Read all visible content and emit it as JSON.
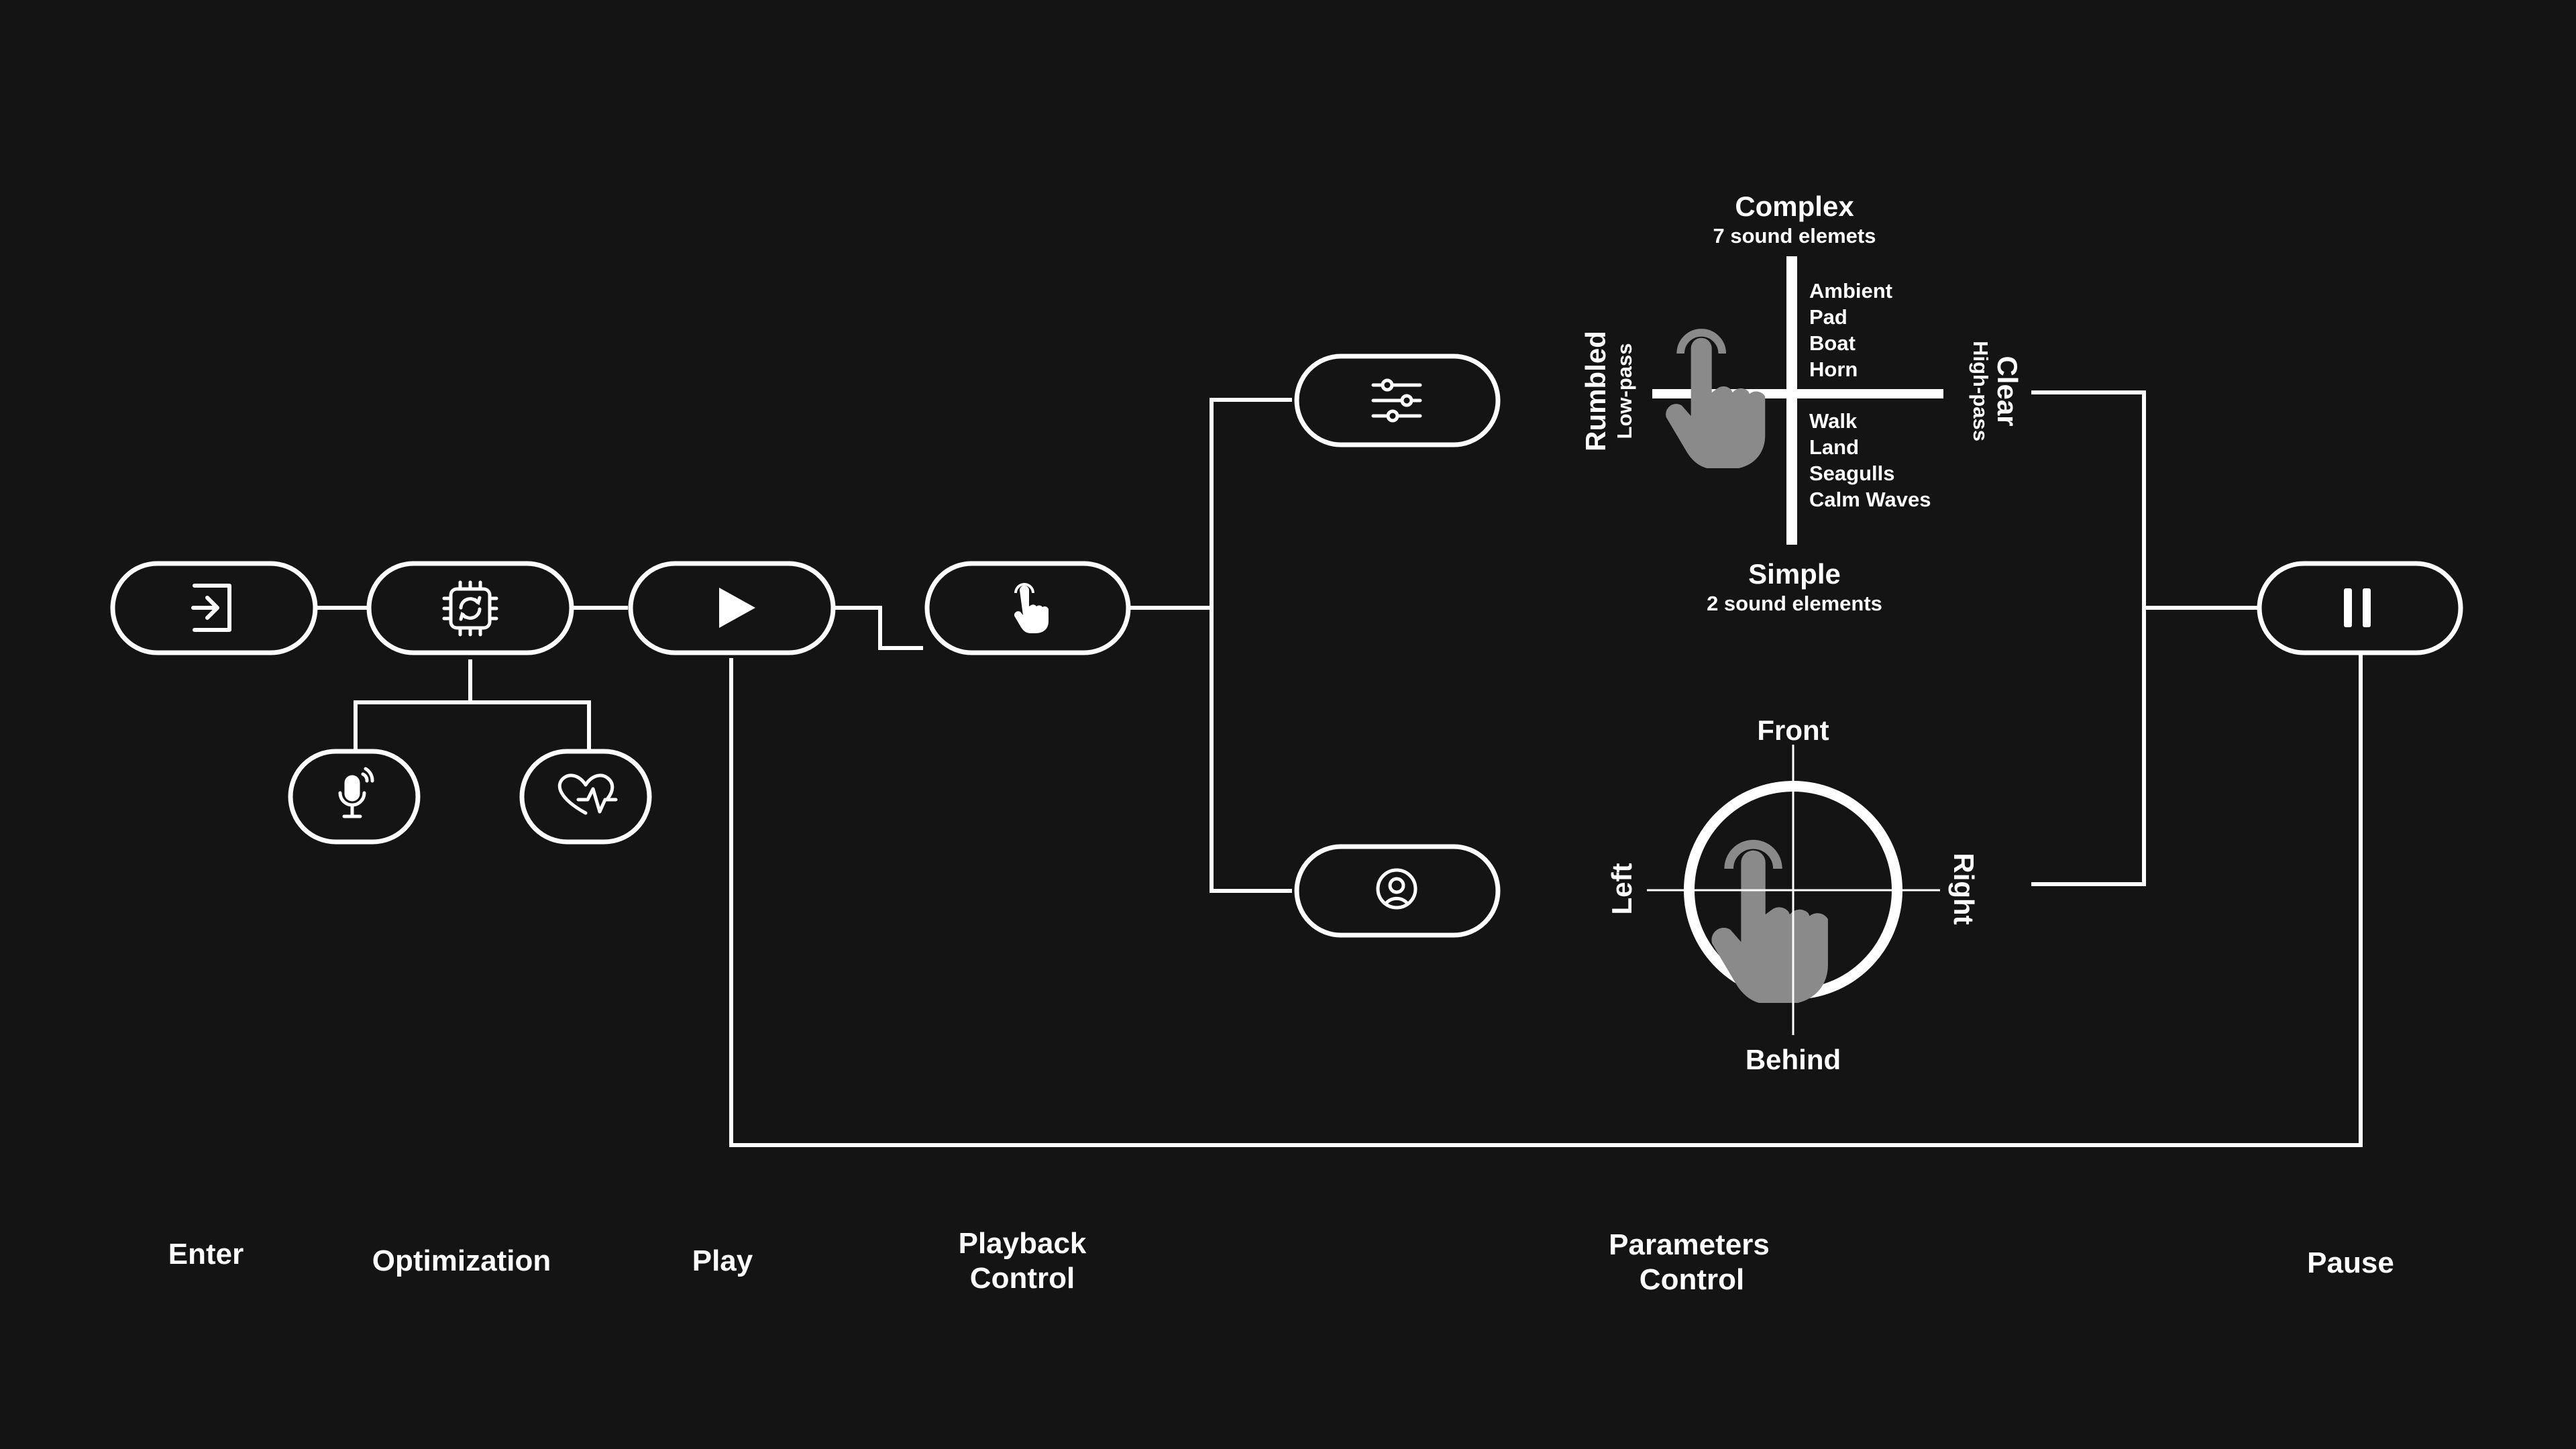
{
  "colors": {
    "background": "#141414",
    "stroke": "#ffffff",
    "hand": "#8a8a8a"
  },
  "stages": {
    "enter": "Enter",
    "optimization": "Optimization",
    "play": "Play",
    "playback_line1": "Playback",
    "playback_line2": "Control",
    "parameters_line1": "Parameters",
    "parameters_line2": "Control",
    "pause": "Pause"
  },
  "nodes": [
    {
      "id": "enter",
      "icon": "enter-icon"
    },
    {
      "id": "optimization",
      "icon": "chip-sync-icon"
    },
    {
      "id": "play",
      "icon": "play-icon"
    },
    {
      "id": "playback",
      "icon": "tap-hand-icon"
    },
    {
      "id": "mixer",
      "icon": "sliders-icon"
    },
    {
      "id": "spatial",
      "icon": "spatial-listener-icon"
    },
    {
      "id": "pause",
      "icon": "pause-icon"
    },
    {
      "id": "voice",
      "icon": "microphone-icon"
    },
    {
      "id": "heart",
      "icon": "heart-rate-icon"
    }
  ],
  "filter_chart": {
    "top_title": "Complex",
    "top_sub": "7 sound elemets",
    "bottom_title": "Simple",
    "bottom_sub": "2 sound elements",
    "left_title": "Rumbled",
    "left_sub": "Low-pass",
    "right_title": "Clear",
    "right_sub": "High-pass",
    "upper_list": [
      "Ambient",
      "Pad",
      "Boat",
      "Horn"
    ],
    "lower_list": [
      "Walk",
      "Land",
      "Seagulls",
      "Calm Waves"
    ]
  },
  "spatial_chart": {
    "front": "Front",
    "behind": "Behind",
    "left": "Left",
    "right": "Right"
  }
}
